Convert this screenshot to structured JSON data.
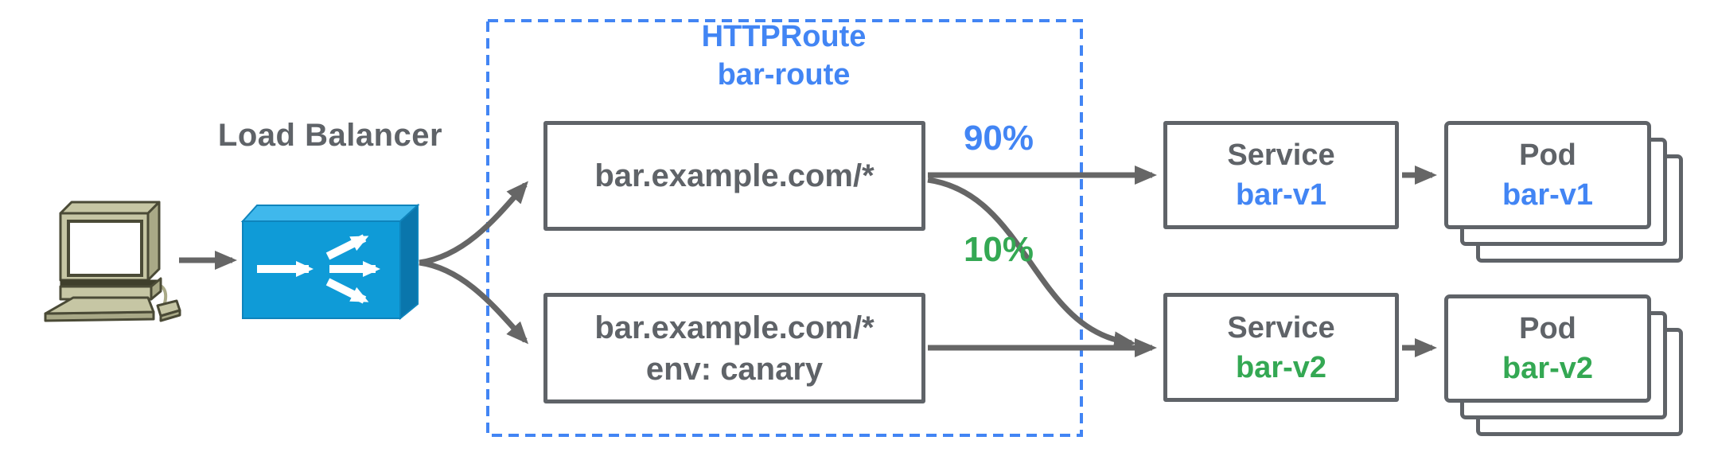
{
  "colors": {
    "blue": "#4285F4",
    "green": "#34A853",
    "gray-text": "#5F6368",
    "box-border": "#5F6368",
    "arrow": "#666666",
    "lb-top": "#3FB8EC",
    "lb-front": "#0F9BD7",
    "lb-side": "#0A76AC",
    "pc-body": "#C6C6A4",
    "pc-shade": "#A9A987",
    "pc-dark": "#3F3F2C",
    "pc-outline": "#4A4A36"
  },
  "client": {
    "icon": "desktop-computer-icon"
  },
  "load_balancer": {
    "label": "Load Balancer",
    "icon": "load-balancer-box-icon"
  },
  "httproute": {
    "kind": "HTTPRoute",
    "name": "bar-route",
    "rules": [
      {
        "match": "bar.example.com/*"
      },
      {
        "match": "bar.example.com/*",
        "header": "env: canary"
      }
    ]
  },
  "traffic_split": {
    "service_v1_weight": "90%",
    "service_v2_weight": "10%"
  },
  "services": [
    {
      "kind": "Service",
      "name": "bar-v1",
      "color": "#4285F4"
    },
    {
      "kind": "Service",
      "name": "bar-v2",
      "color": "#34A853"
    }
  ],
  "pods": [
    {
      "kind": "Pod",
      "name": "bar-v1",
      "color": "#4285F4"
    },
    {
      "kind": "Pod",
      "name": "bar-v2",
      "color": "#34A853"
    }
  ]
}
